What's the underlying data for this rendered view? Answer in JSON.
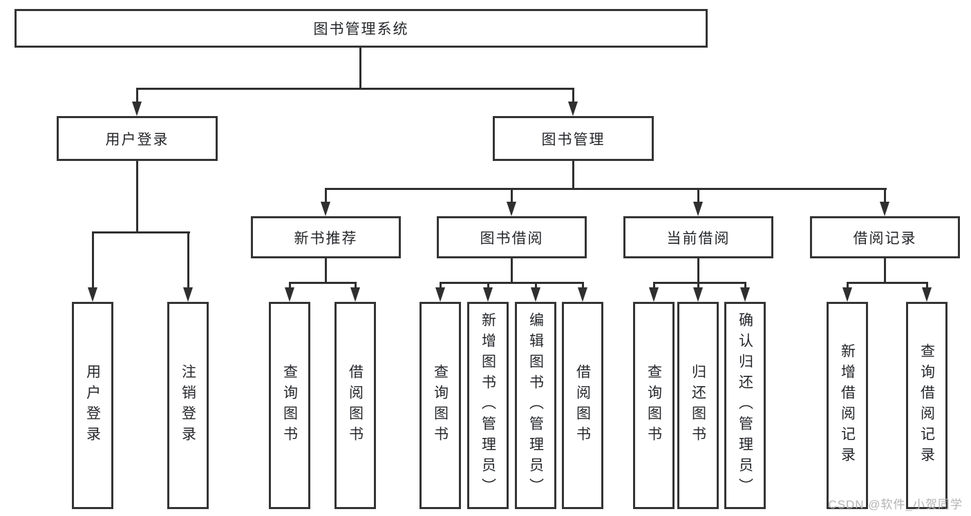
{
  "page": {
    "background": "#ffffff",
    "line_color": "#2f2f2f",
    "border_color": "#343434",
    "text_color": "#25272b"
  },
  "diagram": {
    "title": "图书管理系统",
    "root": {
      "label": "图书管理系统",
      "children": [
        {
          "label": "用户登录",
          "children": [
            {
              "label": "用户登录"
            },
            {
              "label": "注销登录"
            }
          ]
        },
        {
          "label": "图书管理",
          "children": [
            {
              "label": "新书推荐",
              "children": [
                {
                  "label": "查询图书"
                },
                {
                  "label": "借阅图书"
                }
              ]
            },
            {
              "label": "图书借阅",
              "children": [
                {
                  "label": "查询图书"
                },
                {
                  "label": "新增图书（管理员）"
                },
                {
                  "label": "编辑图书（管理员）"
                },
                {
                  "label": "借阅图书"
                }
              ]
            },
            {
              "label": "当前借阅",
              "children": [
                {
                  "label": "查询图书"
                },
                {
                  "label": "归还图书"
                },
                {
                  "label": "确认归还（管理员）"
                }
              ]
            },
            {
              "label": "借阅记录",
              "children": [
                {
                  "label": "新增借阅记录"
                },
                {
                  "label": "查询借阅记录"
                }
              ]
            }
          ]
        }
      ]
    }
  },
  "watermark": {
    "text": "CSDN @软件_小贺同学",
    "color": "#b3b3b3"
  }
}
